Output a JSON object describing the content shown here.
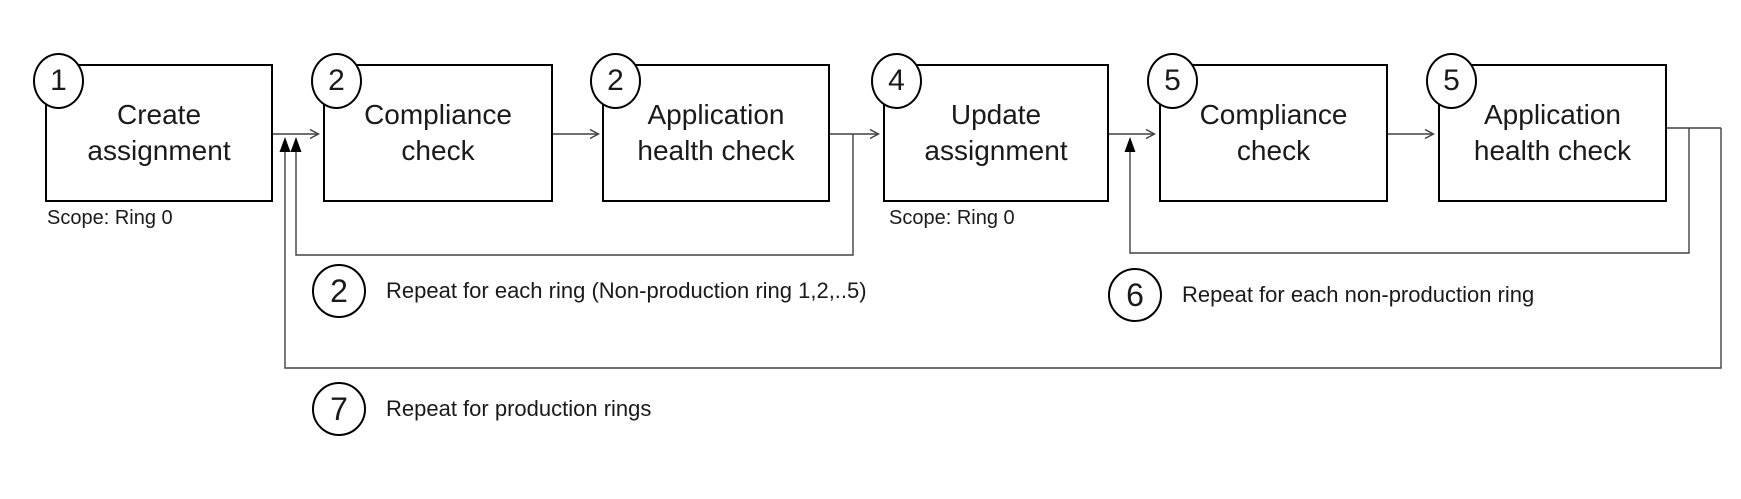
{
  "flow": {
    "boxes": [
      {
        "step": "1",
        "label": "Create assignment",
        "scope": "Scope: Ring 0"
      },
      {
        "step": "2",
        "label": "Compliance check"
      },
      {
        "step": "2",
        "label": "Application health check"
      },
      {
        "step": "4",
        "label": "Update assignment",
        "scope": "Scope: Ring 0"
      },
      {
        "step": "5",
        "label": "Compliance check"
      },
      {
        "step": "5",
        "label": "Application health check"
      }
    ],
    "annotations": [
      {
        "step": "2",
        "label": "Repeat for each ring (Non-production ring 1,2,..5)"
      },
      {
        "step": "6",
        "label": "Repeat for each non-production ring"
      },
      {
        "step": "7",
        "label": "Repeat for production rings"
      }
    ],
    "colors": {
      "background": "#ffffff",
      "box_border": "#000000",
      "connector": "#404040",
      "text": "#1a1a1a"
    }
  }
}
